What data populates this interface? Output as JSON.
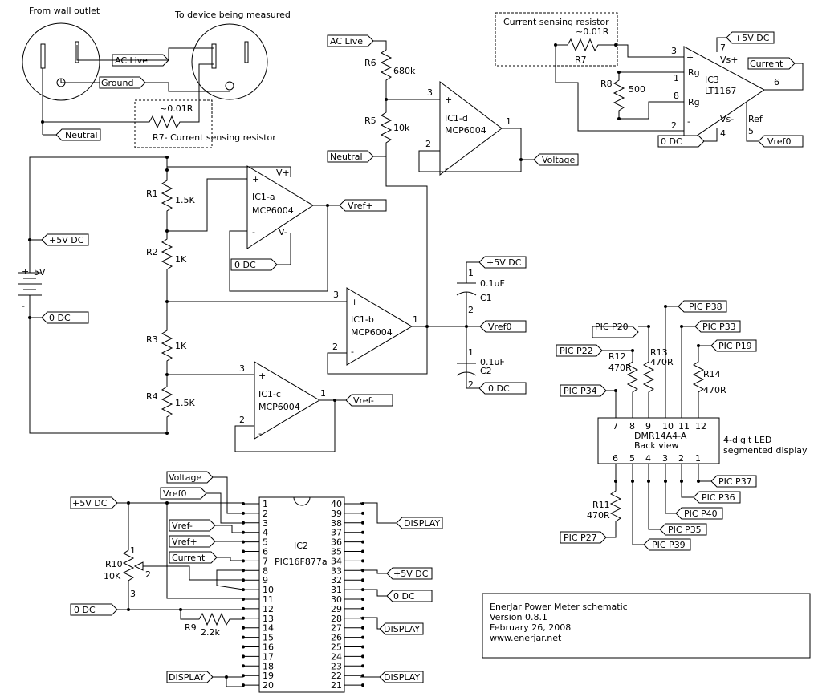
{
  "outlets": {
    "from_label": "From wall outlet",
    "to_label": "To device being measured",
    "ac_live": "AC Live",
    "ground": "Ground",
    "neutral": "Neutral",
    "r7_value": "~0.01R",
    "r7_label": "R7- Current sensing resistor"
  },
  "divider": {
    "ac_live": "AC Live",
    "neutral": "Neutral",
    "r6": "R6",
    "r6_val": "680k",
    "r5": "R5",
    "r5_val": "10k",
    "ic1d_name": "IC1-d",
    "ic1d_part": "MCP6004",
    "pin3": "3",
    "pin1": "1",
    "pin2": "2",
    "voltage": "Voltage"
  },
  "current_amp": {
    "box_label": "Current sensing resistor",
    "r7_value": "~0.01R",
    "r7": "R7",
    "r8": "R8",
    "r8_val": "500",
    "vcc": "+5V DC",
    "ic3_name": "IC3",
    "ic3_part": "LT1167",
    "rg": "Rg",
    "vs_plus": "Vs+",
    "vs_minus": "Vs-",
    "ref": "Ref",
    "pin3": "3",
    "pin1": "1",
    "pin8": "8",
    "pin2": "2",
    "pin7": "7",
    "pin6": "6",
    "pin4": "4",
    "pin5": "5",
    "plus": "+",
    "minus": "-",
    "current": "Current",
    "gnd": "0 DC",
    "vref0": "Vref0"
  },
  "reference": {
    "vcc": "+5V DC",
    "gnd": "0 DC",
    "bat": "5V",
    "plus": "+",
    "minus": "-",
    "r1": "R1",
    "r1_val": "1.5K",
    "r2": "R2",
    "r2_val": "1K",
    "r3": "R3",
    "r3_val": "1K",
    "r4": "R4",
    "r4_val": "1.5K",
    "ic1a_name": "IC1-a",
    "ic1a_part": "MCP6004",
    "vplus": "V+",
    "vminus": "V-",
    "vref_plus": "Vref+",
    "gnd2": "0 DC",
    "ic1b_name": "IC1-b",
    "ic1b_part": "MCP6004",
    "ic1c_name": "IC1-c",
    "ic1c_part": "MCP6004",
    "vref0": "Vref0",
    "vref_minus": "Vref-",
    "pin3": "3",
    "pin2": "2",
    "pin1": "1"
  },
  "caps": {
    "vcc": "+5V DC",
    "gnd": "0 DC",
    "c1": "C1",
    "c1_val": "0.1uF",
    "c2": "C2",
    "c2_val": "0.1uF",
    "p1": "1",
    "p2": "2"
  },
  "display": {
    "part": "DMR14A4-A",
    "view": "Back view",
    "desc1": "4-digit LED",
    "desc2": "segmented display",
    "top_pins": [
      "7",
      "8",
      "9",
      "10",
      "11",
      "12"
    ],
    "bottom_pins": [
      "6",
      "5",
      "4",
      "3",
      "2",
      "1"
    ],
    "r12": "R12",
    "r12_val": "470R",
    "r13": "R13",
    "r13_val": "470R",
    "r14": "R14",
    "r14_val": "470R",
    "r11": "R11",
    "r11_val": "470R",
    "p38": "PIC P38",
    "p20": "PIC P20",
    "p33": "PIC P33",
    "p22": "PIC P22",
    "p19": "PIC P19",
    "p34": "PIC P34",
    "p37": "PIC P37",
    "p36": "PIC P36",
    "p40": "PIC P40",
    "p35": "PIC P35",
    "p27": "PIC P27",
    "p39": "PIC P39"
  },
  "pic": {
    "name": "IC2",
    "part": "PIC16F877a",
    "left_pins": [
      "1",
      "2",
      "3",
      "4",
      "5",
      "6",
      "7",
      "8",
      "9",
      "10",
      "11",
      "12",
      "13",
      "14",
      "15",
      "16",
      "17",
      "18",
      "19",
      "20"
    ],
    "right_pins": [
      "40",
      "39",
      "38",
      "37",
      "36",
      "35",
      "34",
      "33",
      "32",
      "31",
      "30",
      "29",
      "28",
      "27",
      "26",
      "25",
      "24",
      "23",
      "22",
      "21"
    ],
    "voltage": "Voltage",
    "vref0": "Vref0",
    "vref_minus": "Vref-",
    "vref_plus": "Vref+",
    "current": "Current",
    "vcc": "+5V DC",
    "gnd": "0 DC",
    "r10": "R10",
    "r10_val": "10K",
    "r9": "R9",
    "r9_val": "2.2k",
    "pot1": "1",
    "pot2": "2",
    "pot3": "3",
    "display": "DISPLAY"
  },
  "info": {
    "line1": "EnerJar Power Meter schematic",
    "line2": "Version 0.8.1",
    "line3": "February 26, 2008",
    "line4": "www.enerjar.net"
  }
}
